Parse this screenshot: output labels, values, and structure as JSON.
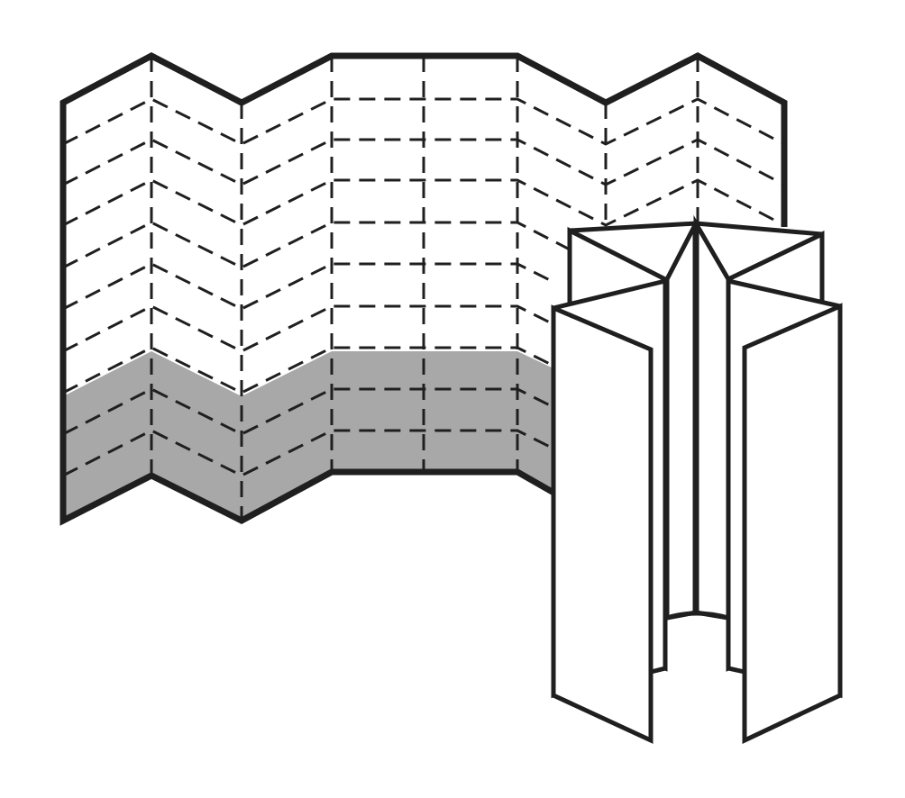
{
  "colors": {
    "line": "#1f1f1f",
    "fold_line": "#1f1f1f",
    "shaded_band": "#a8a8a8",
    "panel_fill": "#ffffff",
    "background": "#ffffff"
  },
  "diagram": {
    "unfolded_sheet": {
      "panel_count": 8,
      "horizontal_fold_rows": 10,
      "shaded_bottom_rows": 3
    },
    "folded_stand": {
      "panel_count": 6
    }
  }
}
